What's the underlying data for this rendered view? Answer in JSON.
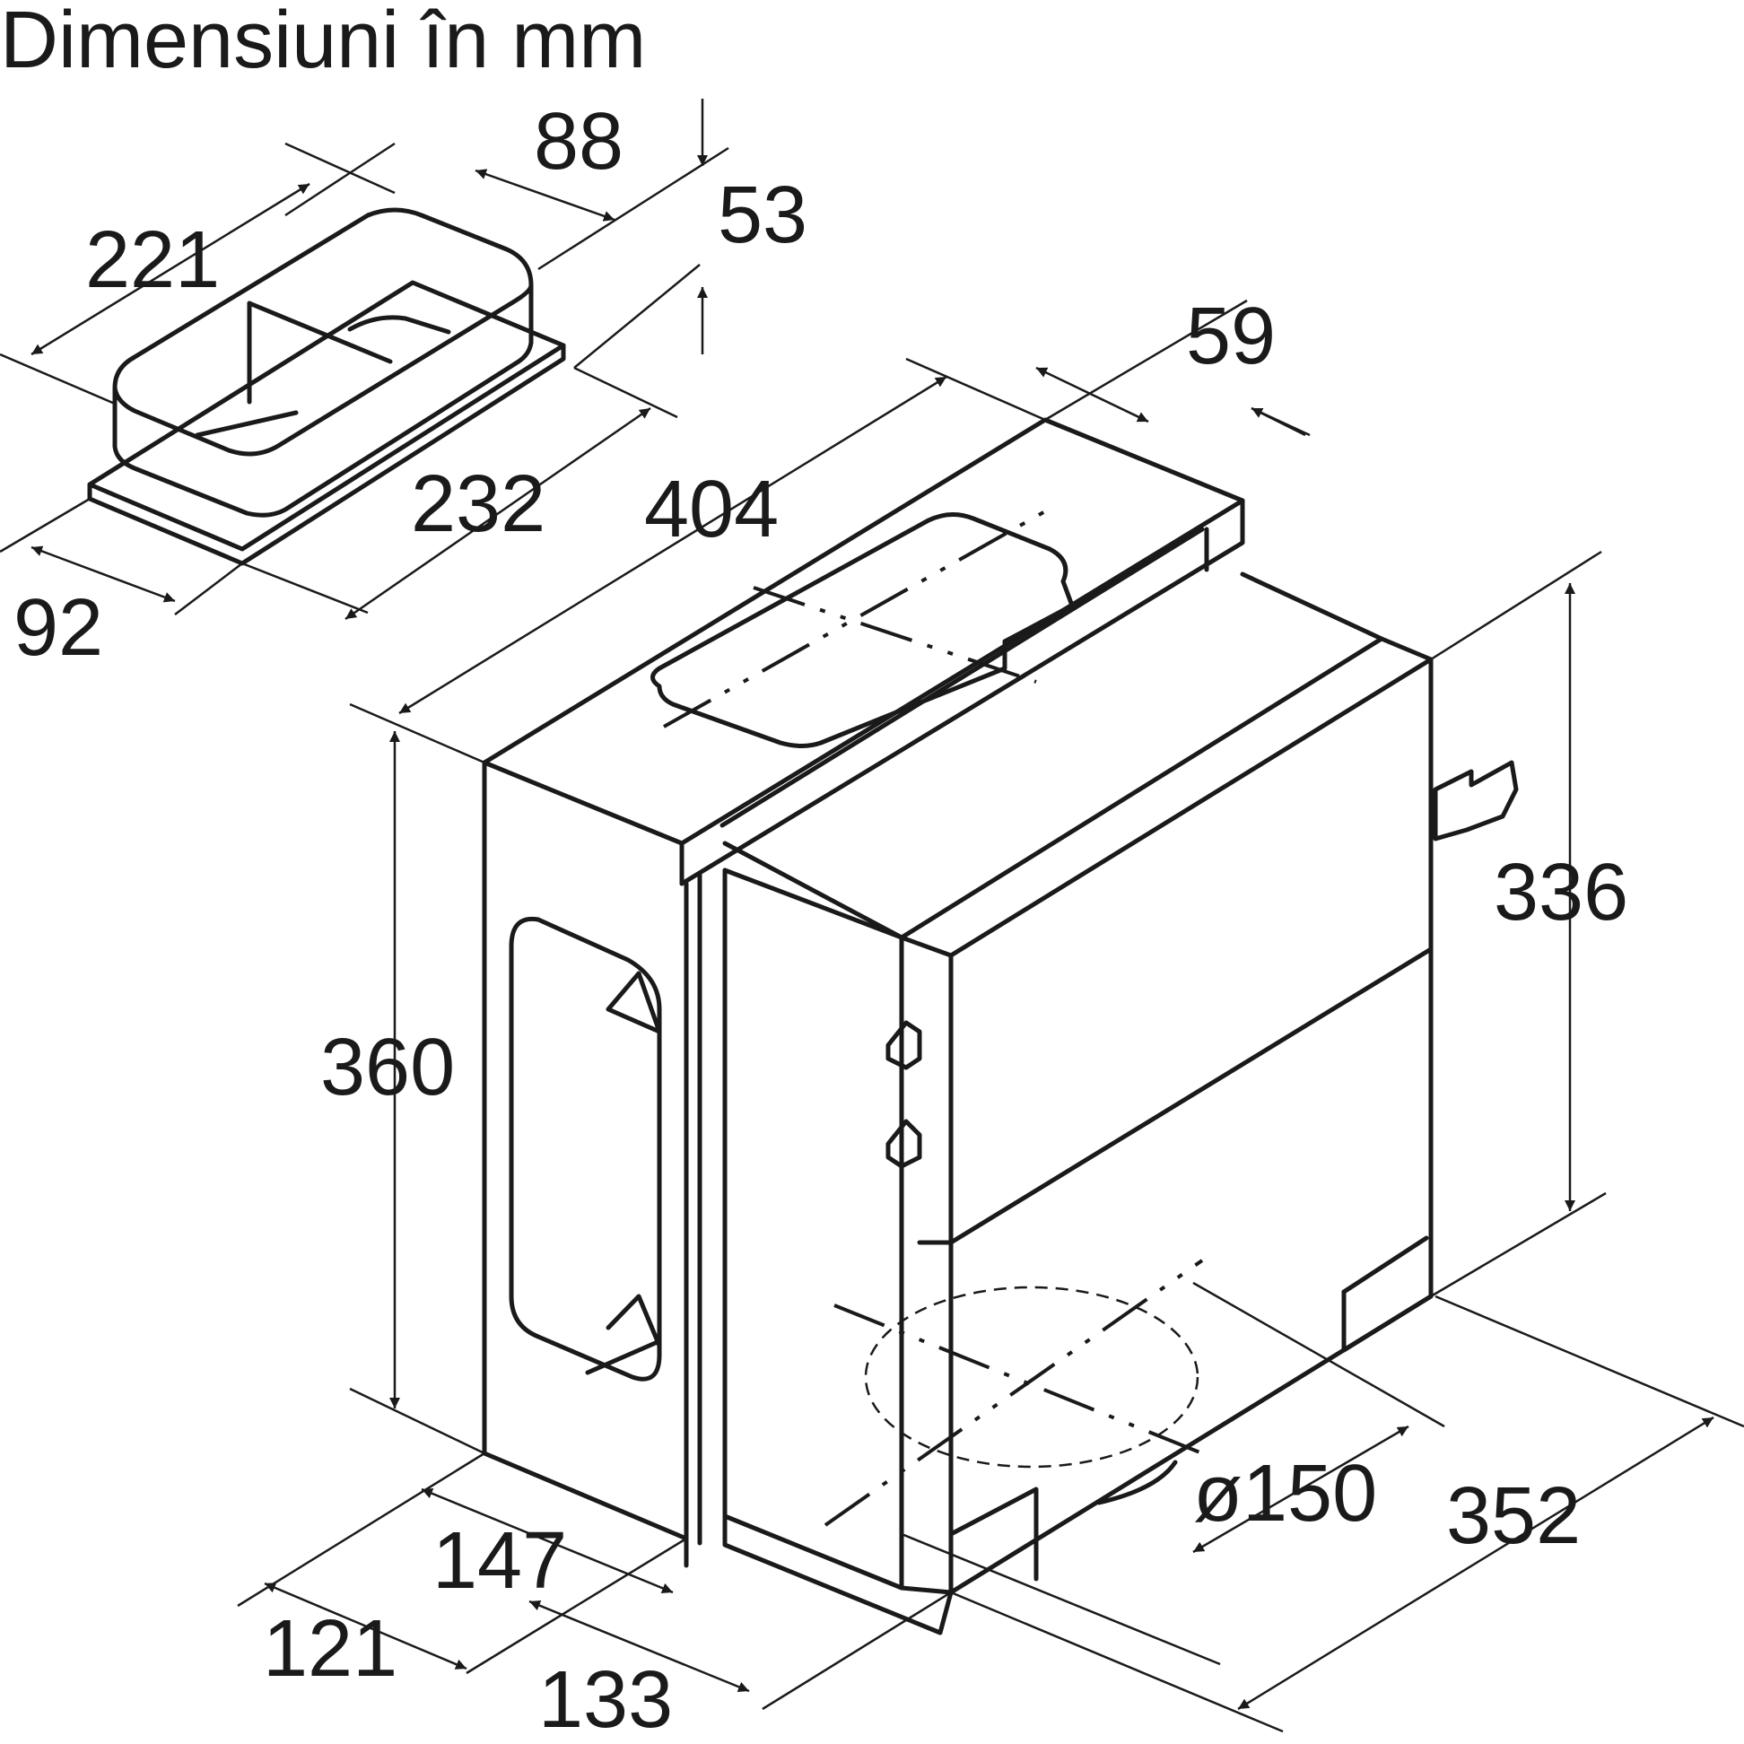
{
  "title": "Dimensiuni în mm",
  "dimensions": {
    "d88": "88",
    "d53": "53",
    "d221": "221",
    "d232": "232",
    "d92": "92",
    "d59": "59",
    "d404": "404",
    "d336": "336",
    "d360": "360",
    "d150": "ø150",
    "d352": "352",
    "d147": "147",
    "d121": "121",
    "d133": "133"
  }
}
